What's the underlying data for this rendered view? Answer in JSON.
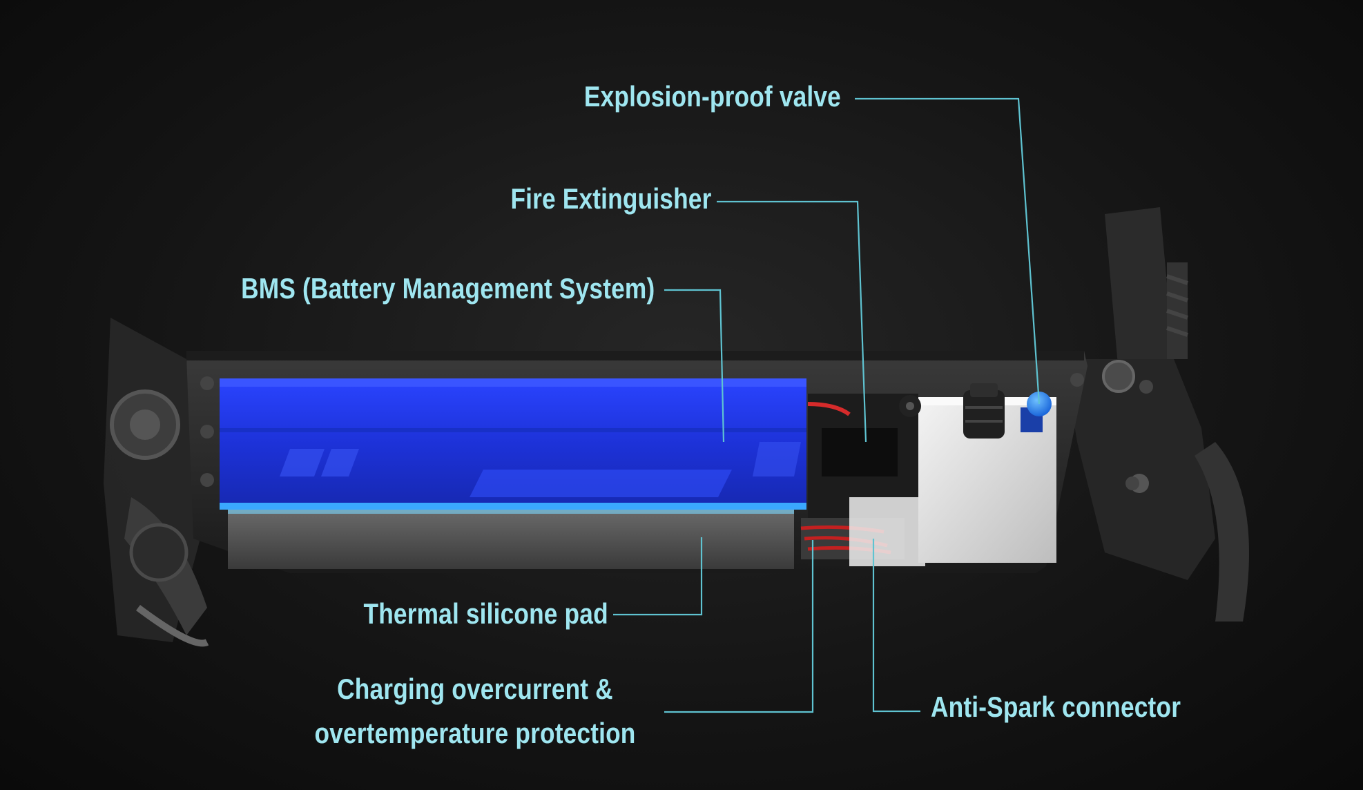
{
  "labels": {
    "explosion_valve": "Explosion-proof valve",
    "fire_extinguisher": "Fire Extinguisher",
    "bms": "BMS (Battery Management System)",
    "thermal_pad": "Thermal silicone pad",
    "charging_line1": "Charging overcurrent &",
    "charging_line2": "overtemperature protection",
    "anti_spark": "Anti-Spark connector"
  },
  "colors": {
    "label_text": "#9fe6f0",
    "leader_line": "#5fc3d1",
    "battery_blue": "#1f33d6",
    "valve_blue": "#2a8cff"
  }
}
